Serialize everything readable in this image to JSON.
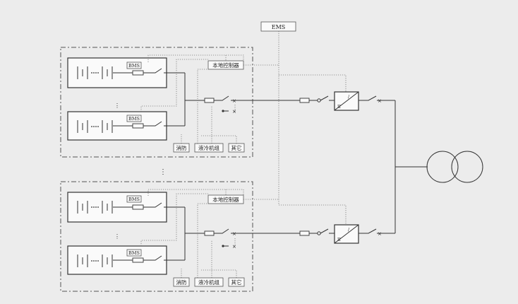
{
  "labels": {
    "ems": "EMS",
    "bms": "BMS",
    "local_controller": "本地控制器",
    "fire": "消防",
    "cooling": "液冷机组",
    "other": "其它",
    "pcs_top": "/",
    "pcs_bottom": "II"
  }
}
